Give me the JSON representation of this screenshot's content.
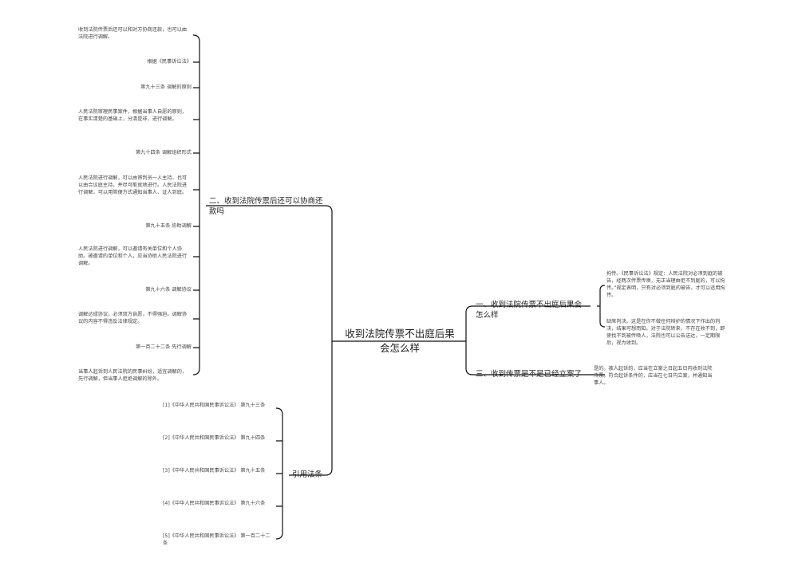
{
  "root": {
    "label": "收到法院传票不出庭后果会怎么样"
  },
  "branches": [
    {
      "id": "b1",
      "label": "一、收到法院传票不出庭后果会怎么样"
    },
    {
      "id": "b2",
      "label": "二、收到法院传票后还可以协商还款吗"
    },
    {
      "id": "b3",
      "label": "三、收到传票是不是已经立案了"
    },
    {
      "id": "b4",
      "label": "引用法条"
    }
  ],
  "leaves": {
    "b1": [
      "拘传。《民事诉讼法》规定：人民法院对必须到庭的被告，经两次传票传唤，无正当理由拒不到庭的，可以拘传。”规定表明，只有对必须到庭的被告，才可以适用拘传。",
      "缺席判决。这是在你不做任何辩护的情况下作出的判决，结果可想而知。对于法院转来，不存在收不到，即使找不到被传唤人，法院也可以公告送达，一定期限后，视为收到。"
    ],
    "b2": [
      "收到法院传票后还可以和对方协商还款，也可以由法院进行调解。",
      "根据《民事诉讼法》",
      "第九十三条 调解的原则",
      "人民法院审理民事案件，根据当事人自愿的原则，在事实清楚的基础上，分清是非，进行调解。",
      "第九十四条 调解组织形式",
      "人民法院进行调解，可以由审判员一人主持，也可以由合议庭主持，并尽可能就地进行。人民法院进行调解，可以用简便方式通知当事人、证人到庭。",
      "第九十五条 协助调解",
      "人民法院进行调解，可以邀请有关单位和个人协助。被邀请的单位和个人，应当协助人民法院进行调解。",
      "第九十六条 调解协议",
      "调解达成协议，必须双方自愿，不得强迫。调解协议的内容不得违反法律规定。",
      "第一百二十二条 先行调解",
      "当事人起诉到人民法院的民事纠纷，适宜调解的，先行调解，但当事人拒绝调解的除外。"
    ],
    "b3": [
      "是的。被人起诉的，应当在立案之日起五日内收到法院传票。符合起诉条件的，应当在七日内立案，并通知当事人。"
    ],
    "b4": [
      "[1]《中华人民共和国民事诉讼法》 第九十三条",
      "[2]《中华人民共和国民事诉讼法》 第九十四条",
      "[3]《中华人民共和国民事诉讼法》 第九十五条",
      "[4]《中华人民共和国民事诉讼法》 第九十六条",
      "[5]《中华人民共和国民事诉讼法》 第一百二十二条"
    ]
  }
}
